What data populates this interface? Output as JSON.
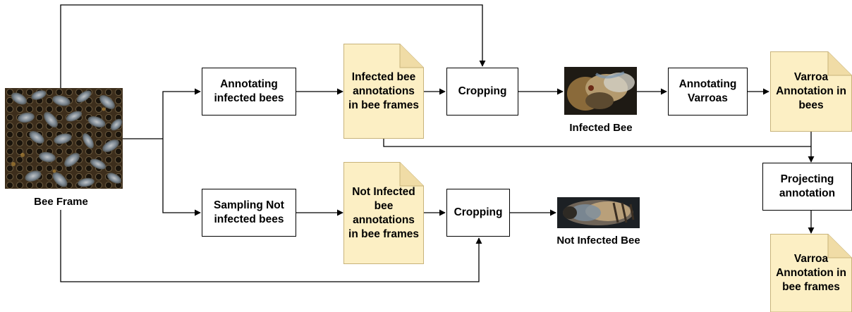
{
  "nodes": {
    "annotating_infected": "Annotating\ninfected bees",
    "sampling_not_infected": "Sampling Not\ninfected bees",
    "infected_doc": "Infected bee\nannotations\nin bee frames",
    "not_infected_doc": "Not Infected\nbee\nannotations\nin bee frames",
    "cropping_top": "Cropping",
    "cropping_bottom": "Cropping",
    "annotating_varroas": "Annotating\nVarroas",
    "varroa_bees_doc": "Varroa\nAnnotation in\nbees",
    "projecting": "Projecting\nannotation",
    "varroa_frames_doc": "Varroa\nAnnotation in\nbee frames"
  },
  "captions": {
    "bee_frame": "Bee Frame",
    "infected_bee": "Infected Bee",
    "not_infected_bee": "Not Infected Bee"
  },
  "colors": {
    "document_fill": "#fcefc4",
    "document_stroke": "#c8b37a",
    "line": "#000000"
  }
}
